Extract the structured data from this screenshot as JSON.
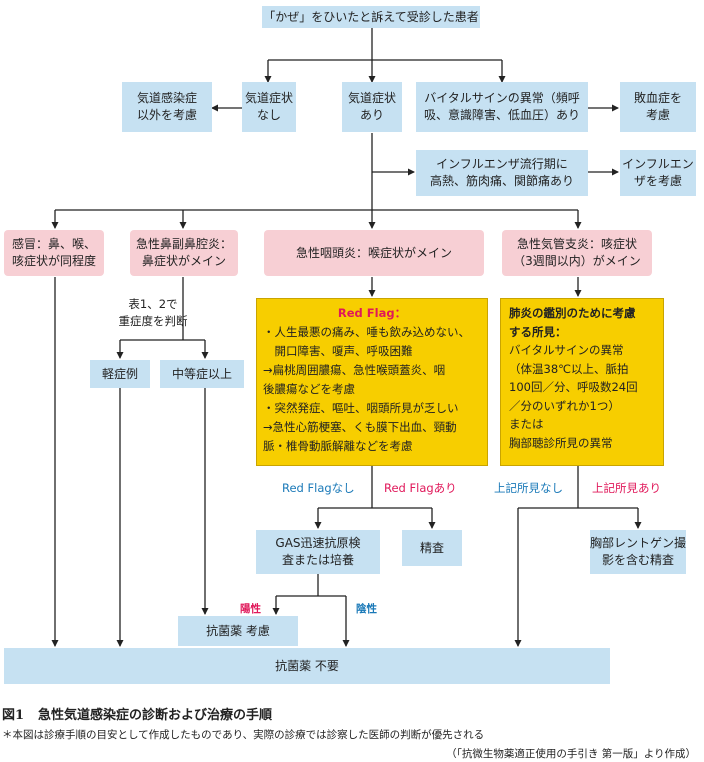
{
  "nodes": {
    "patient": "「かぜ」をひいたと訴えて受診した患者",
    "other_than_rti": [
      "気道感染症",
      "以外を考慮"
    ],
    "no_airway": [
      "気道症状",
      "なし"
    ],
    "airway": [
      "気道症状",
      "あり"
    ],
    "vital_abnormal": [
      "バイタルサインの異常（頻呼",
      "吸、意識障害、低血圧）あり"
    ],
    "sepsis": [
      "敗血症を",
      "考慮"
    ],
    "influenza_season": [
      "インフルエンザ流行期に",
      "高熱、筋肉痛、関節痛あり"
    ],
    "influenza_consider": [
      "インフルエン",
      "ザを考慮"
    ],
    "cold": [
      "感冒：鼻、喉、",
      "咳症状が同程度"
    ],
    "sinusitis": [
      "急性鼻副鼻腔炎：",
      "鼻症状がメイン"
    ],
    "pharyngitis": [
      "急性咽頭炎：喉症状がメイン"
    ],
    "bronchitis": [
      "急性気管支炎：咳症状",
      "（3週間以内）がメイン"
    ],
    "severity_note": [
      "表1、2で",
      "重症度を判断"
    ],
    "mild": "軽症例",
    "moderate": "中等症以上",
    "gas_test": [
      "GAS迅速抗原検",
      "査または培養"
    ],
    "workup": "精査",
    "xray": [
      "胸部レントゲン撮",
      "影を含む精査"
    ],
    "abx_consider": "抗菌薬 考慮",
    "abx_none": "抗菌薬 不要"
  },
  "red_flag": {
    "title": "Red Flag：",
    "lines": [
      "・人生最悪の痛み、唾も飲み込めない、",
      "　開口障害、嗄声、呼吸困難",
      "→扁桃周囲膿瘍、急性喉頭蓋炎、咽",
      "後膿瘍などを考慮",
      "・突然発症、嘔吐、咽頭所見が乏しい",
      "→急性心筋梗塞、くも膜下出血、頸動",
      "脈・椎骨動脈解離などを考慮"
    ]
  },
  "pneumonia": {
    "title_lines": [
      "肺炎の鑑別のために考慮",
      "する所見："
    ],
    "lines": [
      "バイタルサインの異常",
      "（体温38℃以上、脈拍",
      "100回／分、呼吸数24回",
      "／分のいずれか1つ）",
      "または",
      "胸部聴診所見の異常"
    ]
  },
  "edge_labels": {
    "rf_no": "Red Flagなし",
    "rf_yes": "Red Flagあり",
    "above_no": "上記所見なし",
    "above_yes": "上記所見あり",
    "positive": "陽性",
    "negative": "陰性"
  },
  "caption": {
    "fig_no": "図1",
    "title": "急性気道感染症の診断および治療の手順",
    "note": "＊本図は診療手順の目安として作成したものであり、実際の診療では診察した医師の判断が優先される",
    "source": "（「抗微生物薬適正使用の手引き 第一版」より作成）"
  },
  "colors": {
    "blue_box": "#c6e1f2",
    "pink_box": "#f7cfd4",
    "yellow_box": "#f7ce00",
    "blue_label": "#1a79b8",
    "red_label": "#e0185a"
  }
}
